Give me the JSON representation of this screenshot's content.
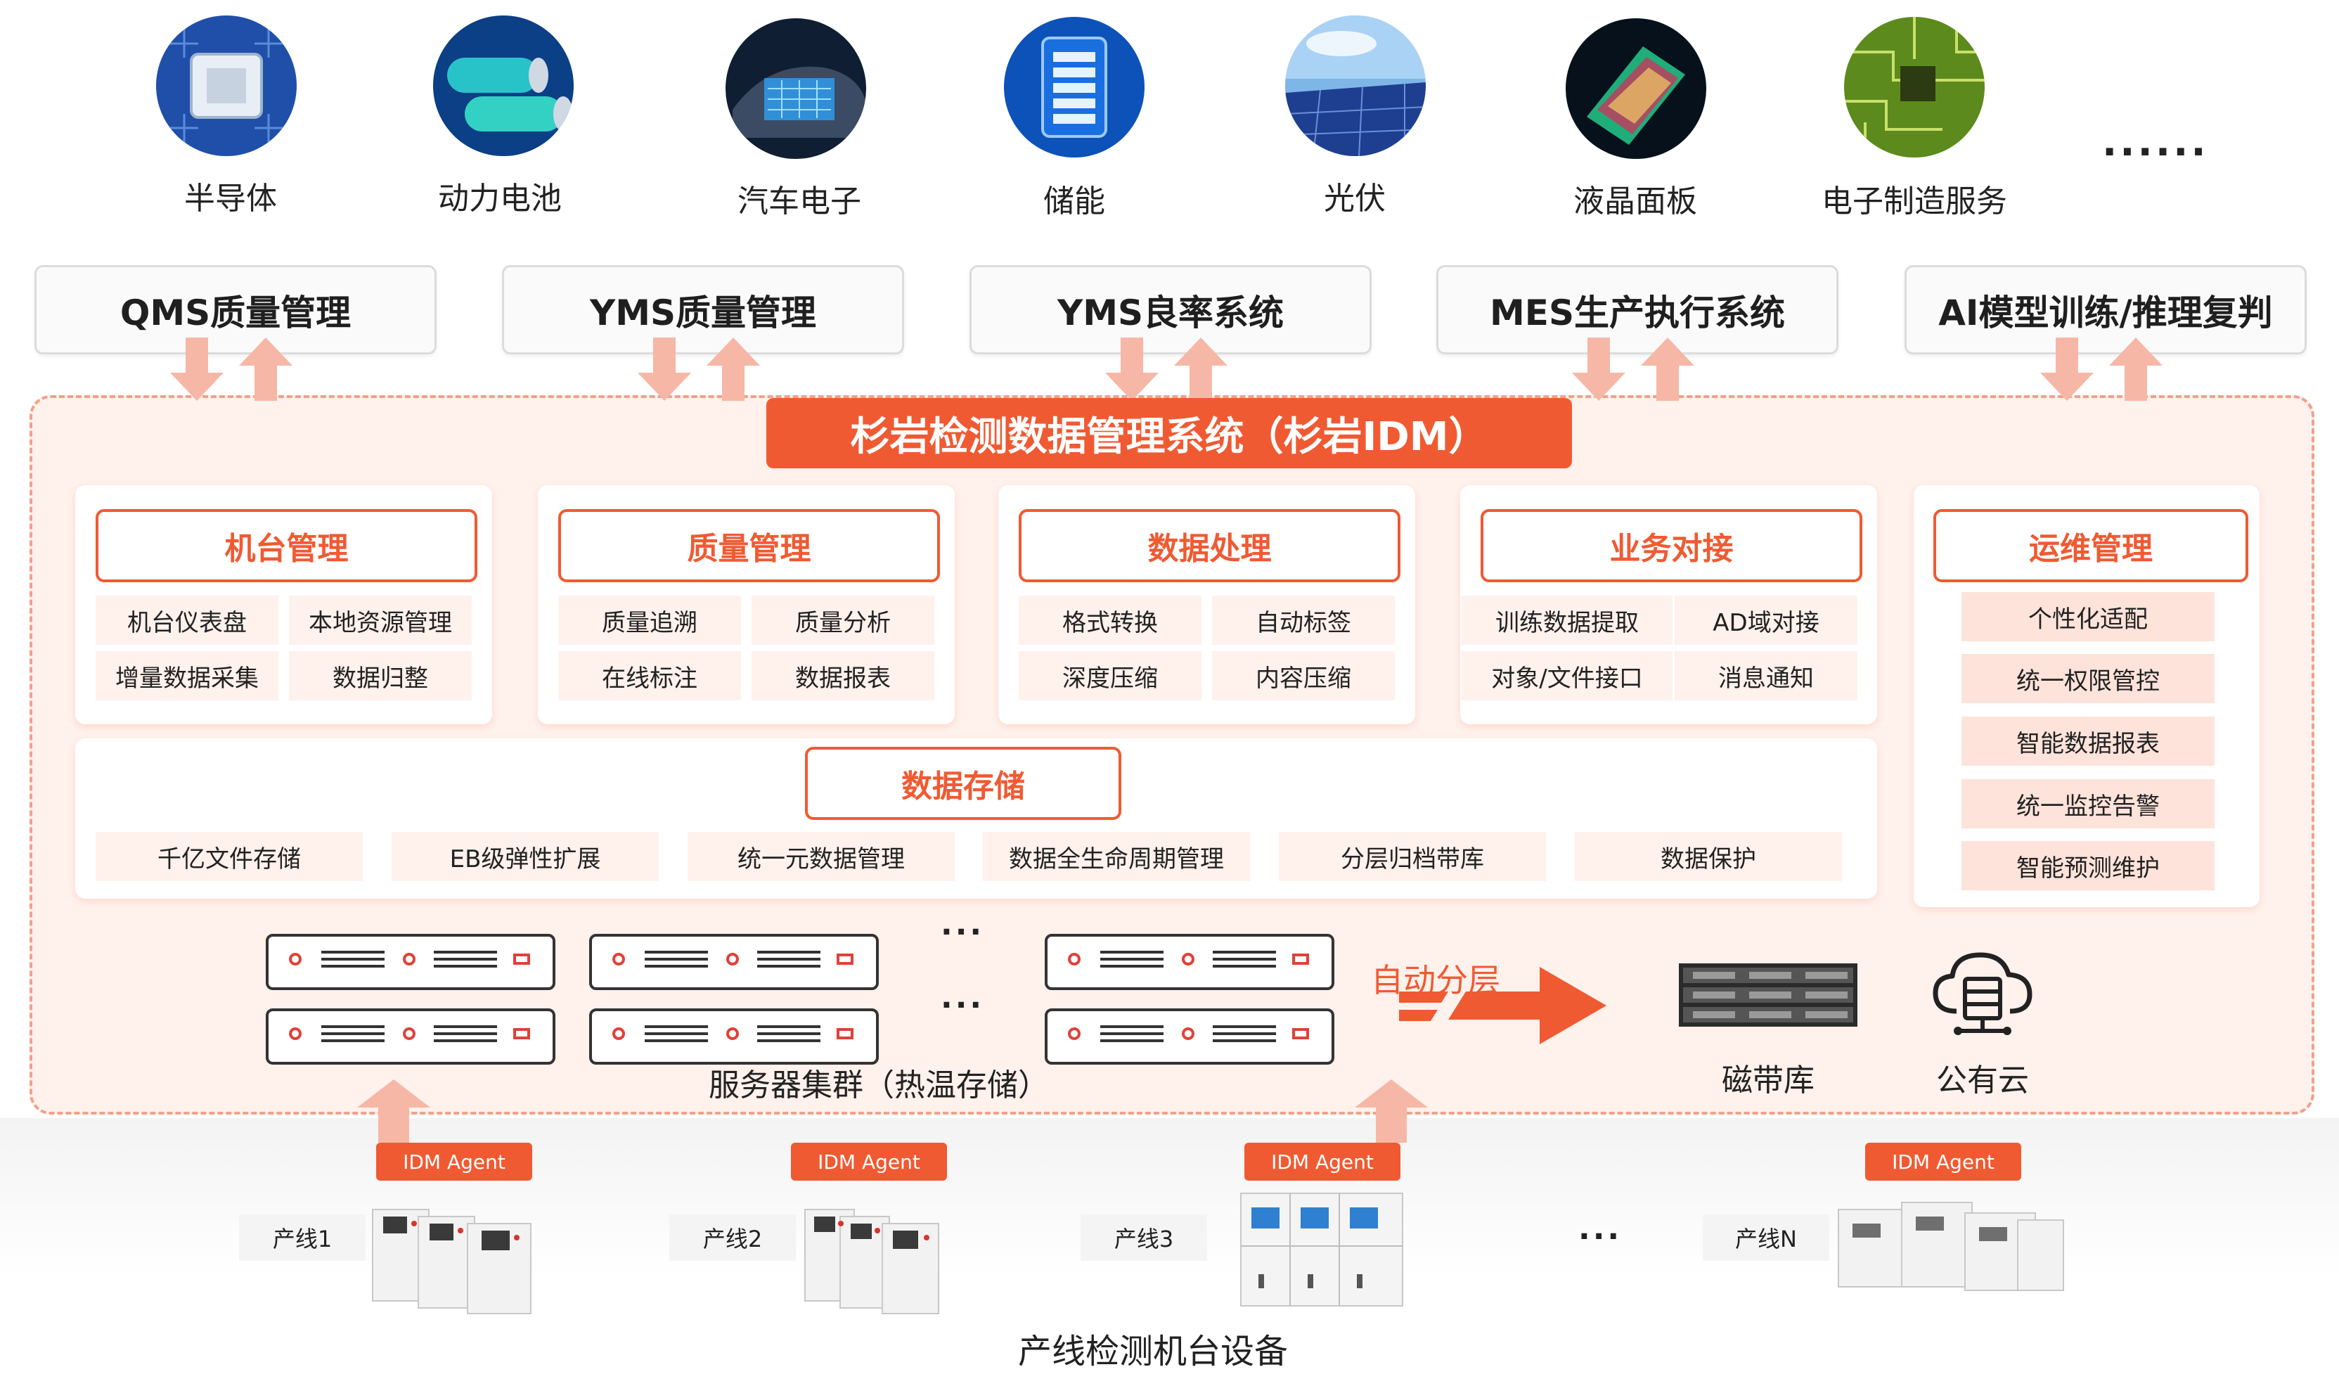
{
  "industries": [
    {
      "label": "半导体"
    },
    {
      "label": "动力电池"
    },
    {
      "label": "汽车电子"
    },
    {
      "label": "储能"
    },
    {
      "label": "光伏"
    },
    {
      "label": "液晶面板"
    },
    {
      "label": "电子制造服务"
    }
  ],
  "industries_more": "......",
  "systems": [
    {
      "label": "QMS质量管理"
    },
    {
      "label": "YMS质量管理"
    },
    {
      "label": "YMS良率系统"
    },
    {
      "label": "MES生产执行系统"
    },
    {
      "label": "AI模型训练/推理复判"
    }
  ],
  "idm_title": "杉岩检测数据管理系统（杉岩IDM）",
  "modules": [
    {
      "title": "机台管理",
      "items": [
        "机台仪表盘",
        "本地资源管理",
        "增量数据采集",
        "数据归整"
      ]
    },
    {
      "title": "质量管理",
      "items": [
        "质量追溯",
        "质量分析",
        "在线标注",
        "数据报表"
      ]
    },
    {
      "title": "数据处理",
      "items": [
        "格式转换",
        "自动标签",
        "深度压缩",
        "内容压缩"
      ]
    },
    {
      "title": "业务对接",
      "items": [
        "训练数据提取",
        "AD域对接",
        "对象/文件接口",
        "消息通知"
      ]
    }
  ],
  "ops": {
    "title": "运维管理",
    "items": [
      "个性化适配",
      "统一权限管控",
      "智能数据报表",
      "统一监控告警",
      "智能预测维护"
    ]
  },
  "storage": {
    "title": "数据存储",
    "items": [
      "千亿文件存储",
      "EB级弹性扩展",
      "统一元数据管理",
      "数据全生命周期管理",
      "分层归档带库",
      "数据保护"
    ]
  },
  "cluster_label": "服务器集群（热温存储）",
  "cluster_dots": "···",
  "auto_tier_label": "自动分层",
  "tape_label": "磁带库",
  "cloud_label": "公有云",
  "agent_label": "IDM Agent",
  "lines": [
    {
      "label": "产线1"
    },
    {
      "label": "产线2"
    },
    {
      "label": "产线3"
    },
    {
      "label": "产线N"
    }
  ],
  "lines_dots": "···",
  "bottom_label": "产线检测机台设备",
  "colors": {
    "accent": "#f05a32",
    "panel_bg": "#fff1ec",
    "arrow": "#f7b7a6"
  }
}
